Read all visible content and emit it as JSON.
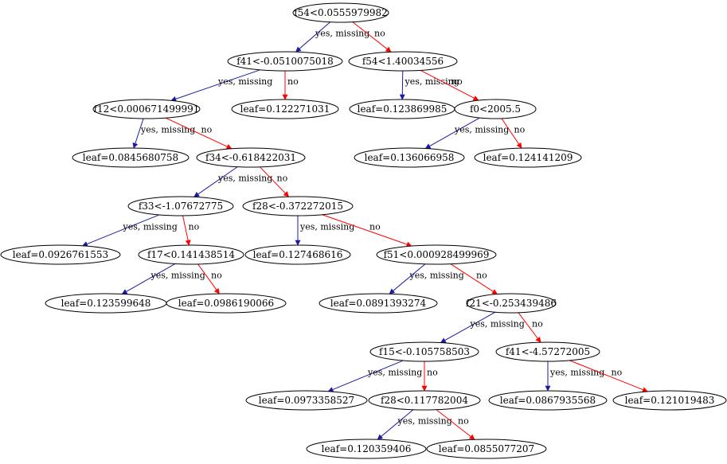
{
  "colors": {
    "yes_edge": "#1a1aa6",
    "no_edge": "#ff0000",
    "node_stroke": "#000000",
    "background": "#ffffff"
  },
  "edge_labels": {
    "yes": "yes, missing",
    "no": "no"
  },
  "nodes": [
    {
      "id": "n0",
      "label": "f54<0.0555979982"
    },
    {
      "id": "n1",
      "label": "f41<-0.0510075018"
    },
    {
      "id": "n2",
      "label": "f54<1.40034556"
    },
    {
      "id": "n3",
      "label": "f12<0.000671499991"
    },
    {
      "id": "n4",
      "label": "leaf=0.122271031"
    },
    {
      "id": "n5",
      "label": "leaf=0.123869985"
    },
    {
      "id": "n6",
      "label": "f0<2005.5"
    },
    {
      "id": "n7",
      "label": "leaf=0.0845680758"
    },
    {
      "id": "n8",
      "label": "f34<-0.618422031"
    },
    {
      "id": "n9",
      "label": "leaf=0.136066958"
    },
    {
      "id": "n10",
      "label": "leaf=0.124141209"
    },
    {
      "id": "n11",
      "label": "f33<-1.07672775"
    },
    {
      "id": "n12",
      "label": "f28<-0.372272015"
    },
    {
      "id": "n13",
      "label": "leaf=0.0926761553"
    },
    {
      "id": "n14",
      "label": "f17<0.141438514"
    },
    {
      "id": "n15",
      "label": "leaf=0.127468616"
    },
    {
      "id": "n16",
      "label": "f51<0.000928499969"
    },
    {
      "id": "n17",
      "label": "leaf=0.123599648"
    },
    {
      "id": "n18",
      "label": "leaf=0.0986190066"
    },
    {
      "id": "n19",
      "label": "leaf=0.0891393274"
    },
    {
      "id": "n20",
      "label": "f21<-0.253439486"
    },
    {
      "id": "n21",
      "label": "f15<-0.105758503"
    },
    {
      "id": "n22",
      "label": "f41<-4.57272005"
    },
    {
      "id": "n23",
      "label": "leaf=0.0973358527"
    },
    {
      "id": "n24",
      "label": "f28<0.117782004"
    },
    {
      "id": "n25",
      "label": "leaf=0.0867935568"
    },
    {
      "id": "n26",
      "label": "leaf=0.121019483"
    },
    {
      "id": "n27",
      "label": "leaf=0.120359406"
    },
    {
      "id": "n28",
      "label": "leaf=0.0855077207"
    }
  ],
  "edges": [
    {
      "from": "n0",
      "to": "n1",
      "kind": "yes"
    },
    {
      "from": "n0",
      "to": "n2",
      "kind": "no"
    },
    {
      "from": "n1",
      "to": "n3",
      "kind": "yes"
    },
    {
      "from": "n1",
      "to": "n4",
      "kind": "no"
    },
    {
      "from": "n2",
      "to": "n5",
      "kind": "yes"
    },
    {
      "from": "n2",
      "to": "n6",
      "kind": "no"
    },
    {
      "from": "n3",
      "to": "n7",
      "kind": "yes"
    },
    {
      "from": "n3",
      "to": "n8",
      "kind": "no"
    },
    {
      "from": "n6",
      "to": "n9",
      "kind": "yes"
    },
    {
      "from": "n6",
      "to": "n10",
      "kind": "no"
    },
    {
      "from": "n8",
      "to": "n11",
      "kind": "yes"
    },
    {
      "from": "n8",
      "to": "n12",
      "kind": "no"
    },
    {
      "from": "n11",
      "to": "n13",
      "kind": "yes"
    },
    {
      "from": "n11",
      "to": "n14",
      "kind": "no"
    },
    {
      "from": "n12",
      "to": "n15",
      "kind": "yes"
    },
    {
      "from": "n12",
      "to": "n16",
      "kind": "no"
    },
    {
      "from": "n14",
      "to": "n17",
      "kind": "yes"
    },
    {
      "from": "n14",
      "to": "n18",
      "kind": "no"
    },
    {
      "from": "n16",
      "to": "n19",
      "kind": "yes"
    },
    {
      "from": "n16",
      "to": "n20",
      "kind": "no"
    },
    {
      "from": "n20",
      "to": "n21",
      "kind": "yes"
    },
    {
      "from": "n20",
      "to": "n22",
      "kind": "no"
    },
    {
      "from": "n21",
      "to": "n23",
      "kind": "yes"
    },
    {
      "from": "n21",
      "to": "n24",
      "kind": "no"
    },
    {
      "from": "n22",
      "to": "n25",
      "kind": "yes"
    },
    {
      "from": "n22",
      "to": "n26",
      "kind": "no"
    },
    {
      "from": "n24",
      "to": "n27",
      "kind": "yes"
    },
    {
      "from": "n24",
      "to": "n28",
      "kind": "no"
    }
  ]
}
